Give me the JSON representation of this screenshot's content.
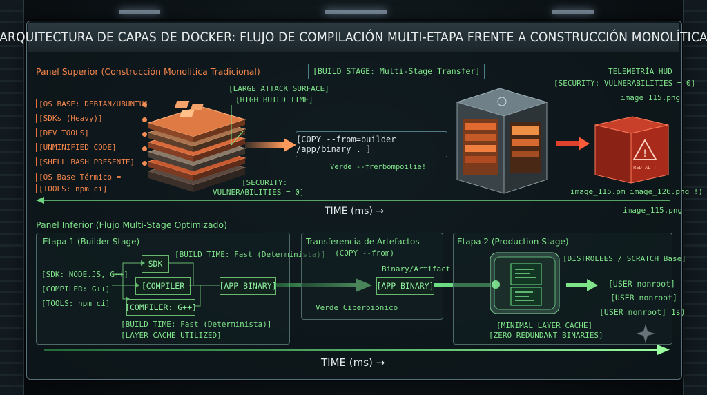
{
  "title": "ARQUITECTURA DE CAPAS DE DOCKER: FLUJO DE COMPILACIÓN MULTI-ETAPA FRENTE A CONSTRUCCIÓN MONOLÍTICA",
  "top_panel": {
    "heading": "Panel Superior (Construcción Monolítica Tradicional)",
    "layers": [
      "[OS BASE: DEBIAN/UBUNTU]",
      "[SDKs (Heavy)]",
      "[DEV TOOLS]",
      "[UNMINIFIED CODE]",
      "[SHELL BASH PRESENTE]",
      "[OS Base Térmico =",
      "[TOOLS: npm ci]"
    ],
    "stack_notes": [
      "[LARGE ATTACK SURFACE]",
      "[HIGH BUILD TIME]"
    ],
    "build_stage": "[BUILD STAGE: Multi-Stage Transfer]",
    "copy_command": "[COPY --from=builder /app/binary . ]",
    "copy_sub": "Verde --frerbompoilie!",
    "security_note_1": "[SECURITY:",
    "security_note_2": "VULNERABILITIES = 0]",
    "hud_title": "TELEMETRÍA HUD",
    "hud_security": "[SECURITY: VULNERABILITIES = 0]",
    "hud_image_1": "image_115.png",
    "image_refs": "image_115.pm image_126.png !)",
    "time_label": "TIME (ms) →",
    "image_bottom": "image_115.png",
    "warning_sign": "RED ALTT"
  },
  "bottom_panel": {
    "heading": "Panel Inferior (Flujo Multi-Stage Optimizado)",
    "stage1": {
      "title": "Etapa 1 (Builder Stage)",
      "inputs": [
        "[SDK: NODE.JS, G++]",
        "[COMPILER: G++]",
        "[TOOLS: npm ci]"
      ],
      "sdk_box": "SDK",
      "compiler_box": "[COMPILER",
      "compiler_gpp_box": "[COMPILER: G++]",
      "build_time_note": "[BUILD TIME: Fast (Determinista)]",
      "app_binary": "[APP BINARY]",
      "footer_1": "[BUILD TIME: Fast (Determinista)]",
      "footer_2": "[LAYER CACHE UTILIZED]"
    },
    "transfer": {
      "title": "Transferencia de Artefactos",
      "subtitle": "(COPY --from)",
      "artifact_label": "Binary/Artifact",
      "app_binary": "[APP BINARY]",
      "footer": "Verde Ciberbiónico"
    },
    "stage2": {
      "title": "Etapa 2 (Production Stage)",
      "base_note": "[DISTROLEES / SCRATCH Base]",
      "users": [
        "[USER nonroot]",
        "[USER nonroot]",
        "[USER nonroot] 1s)"
      ],
      "footer_1": "[MINIMAL LAYER CACHE]",
      "footer_2": "[ZERO REDUNDANT BINARIES]"
    },
    "time_label": "TIME (ms) →"
  },
  "colors": {
    "orange": "#f1844a",
    "green": "#7fe38a",
    "red": "#e0432d",
    "frame": "#58707a"
  }
}
